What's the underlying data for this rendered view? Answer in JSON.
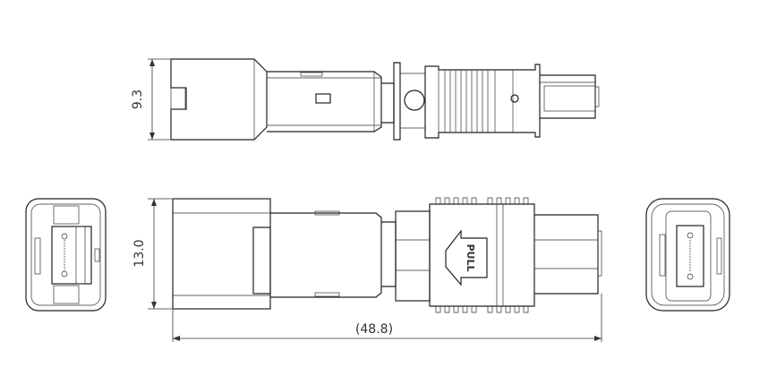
{
  "drawing": {
    "top_view": {
      "height_dimension": "9.3"
    },
    "side_view": {
      "height_dimension": "13.0",
      "length_dimension": "(48.8)",
      "grip_label": "PULL"
    },
    "colors": {
      "line": "#222222",
      "background": "#ffffff"
    }
  }
}
